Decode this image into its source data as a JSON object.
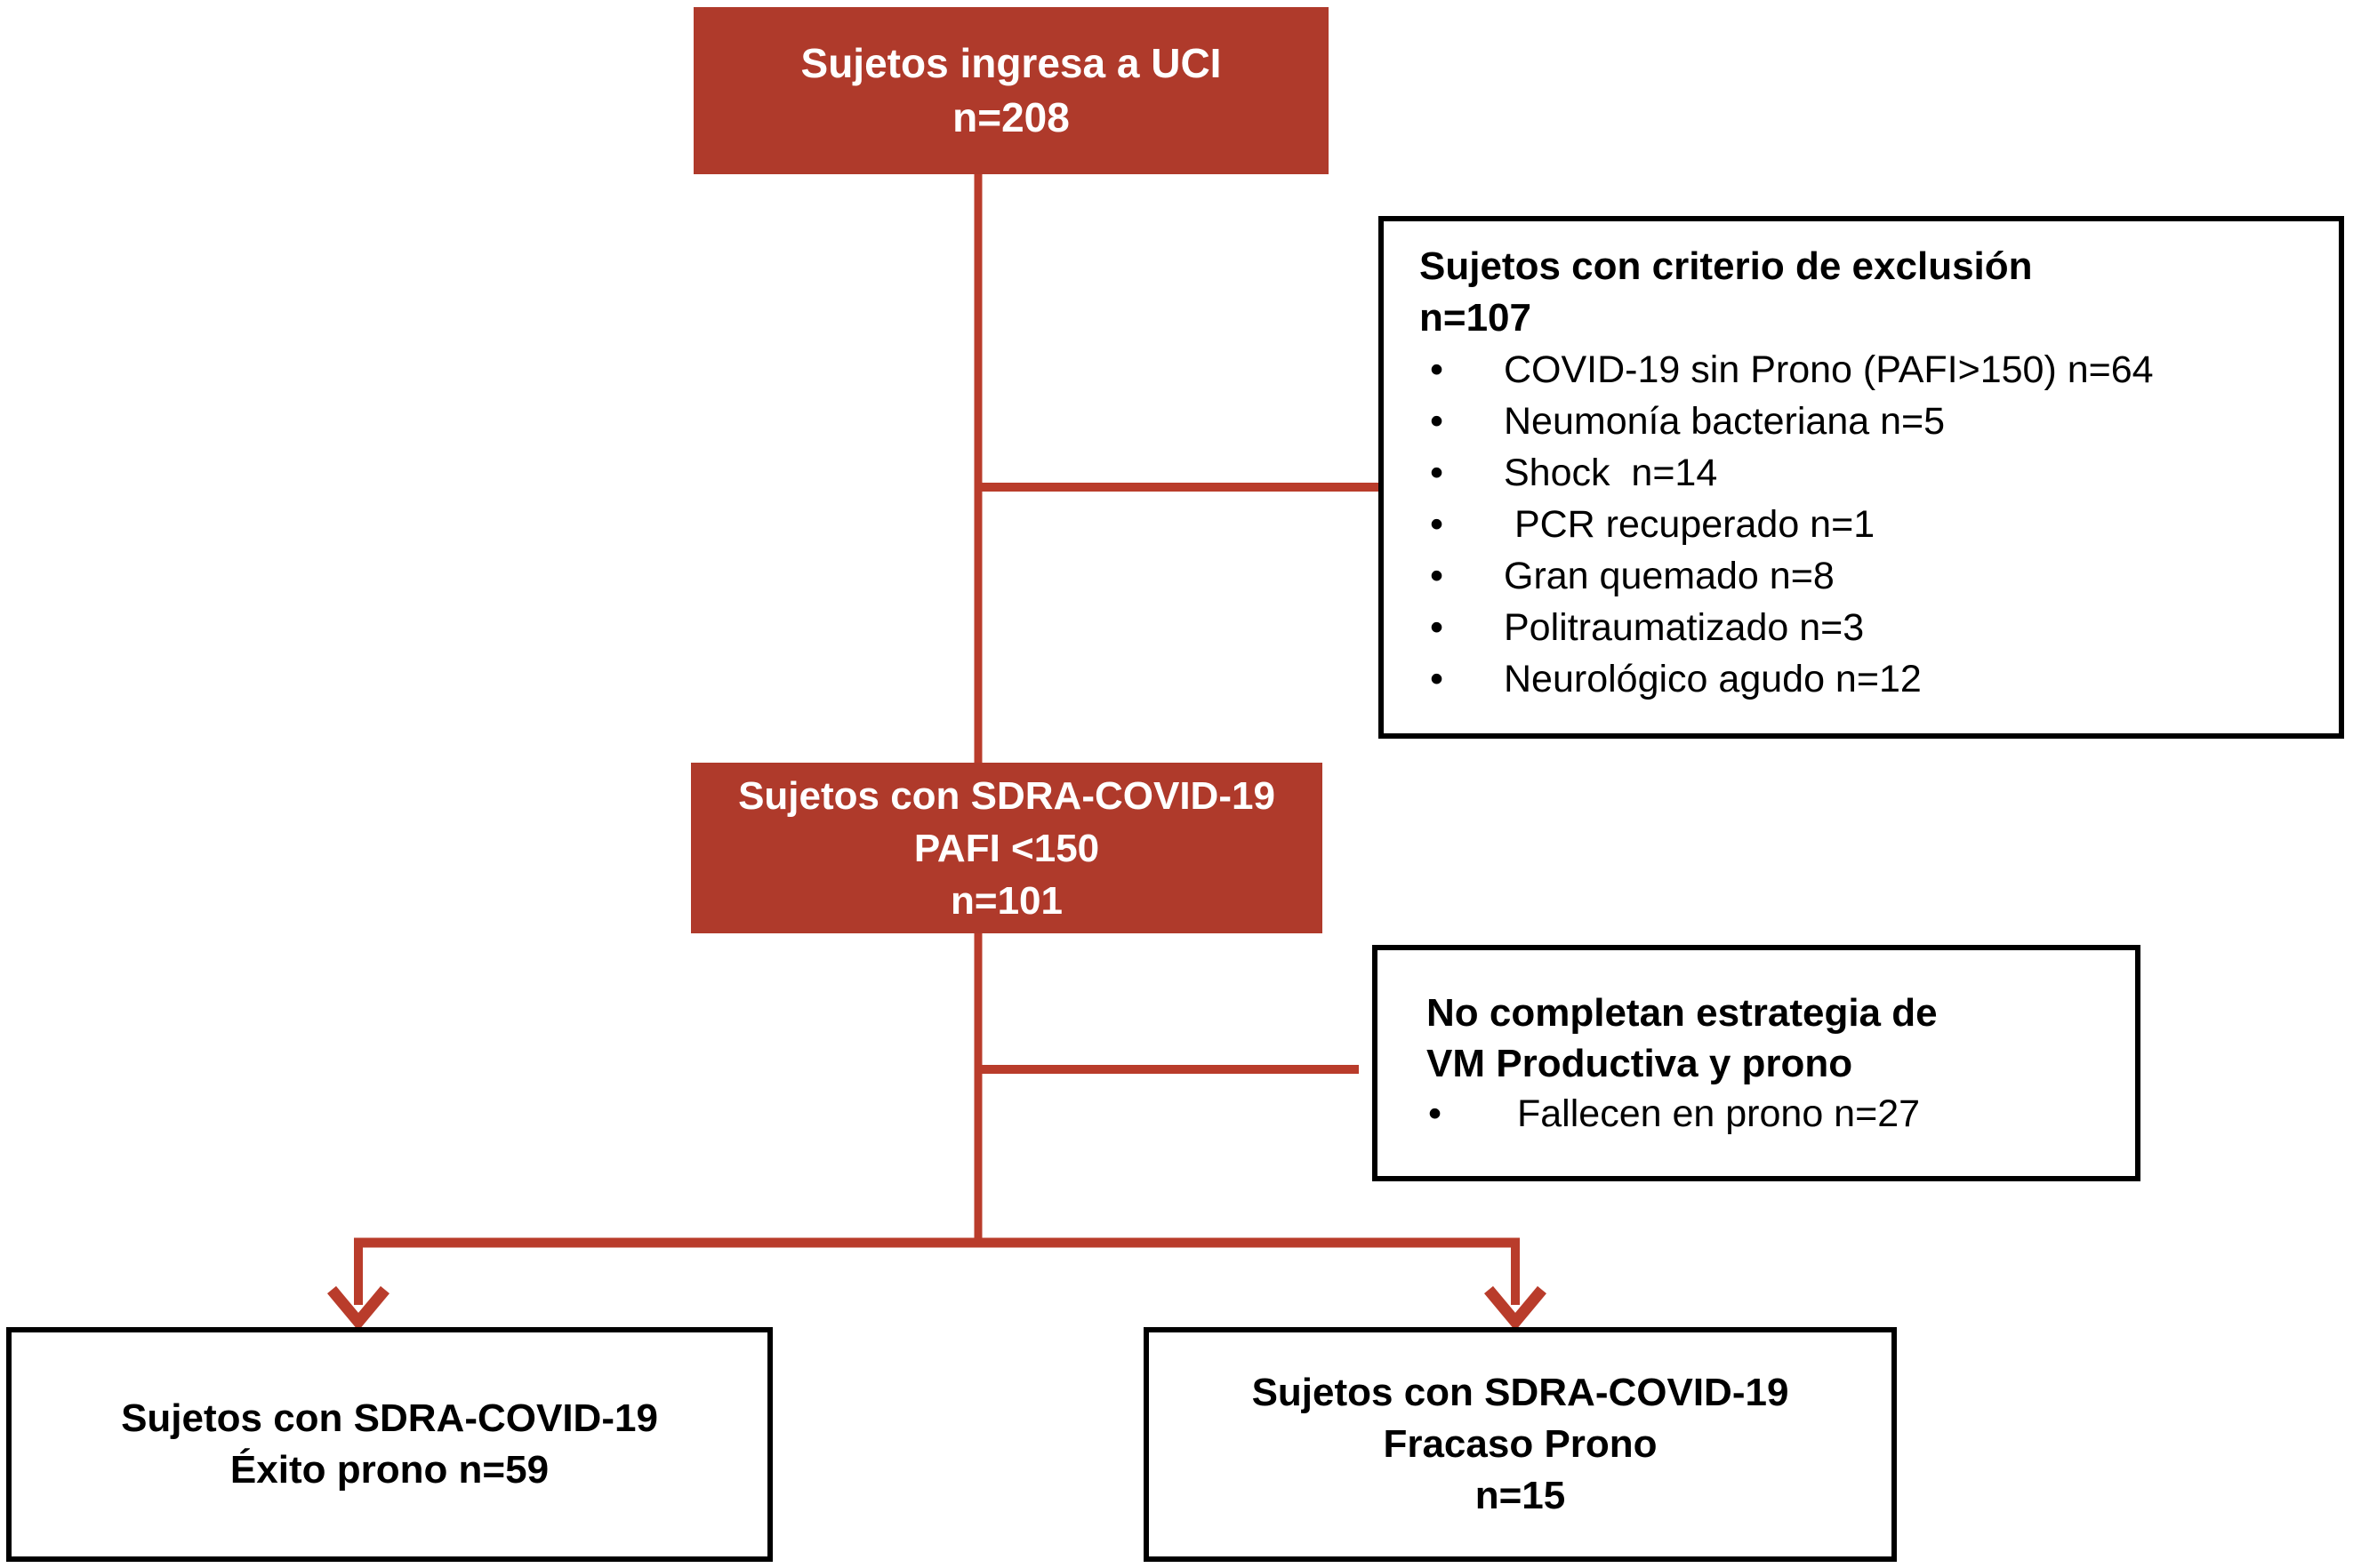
{
  "palette": {
    "box_red": "#AF3A2B",
    "line_red": "#B93C2B",
    "ink": "#000000",
    "paper": "#FFFFFF"
  },
  "diagram": {
    "bullet_glyph": "•",
    "icu_box": {
      "lines": [
        "Sujetos ingresa a UCI",
        "n=208"
      ]
    },
    "exclusion_box": {
      "title_lines": [
        "Sujetos con criterio de exclusión",
        "n=107"
      ],
      "bullets": [
        "COVID-19 sin Prono (PAFI>150) n=64",
        "Neumonía bacteriana n=5",
        "Shock  n=14",
        " PCR recuperado n=1",
        "Gran quemado n=8",
        "Politraumatizado n=3",
        "Neurológico agudo n=12"
      ]
    },
    "sdra_box": {
      "lines": [
        "Sujetos con SDRA-COVID-19",
        "PAFI <150",
        "n=101"
      ]
    },
    "incomplete_box": {
      "title_lines": [
        "No completan estrategia de",
        "VM Productiva y prono"
      ],
      "bullets": [
        "Fallecen en prono n=27"
      ]
    },
    "exito_box": {
      "lines": [
        "Sujetos con SDRA-COVID-19",
        "Éxito prono n=59"
      ]
    },
    "fracaso_box": {
      "lines": [
        "Sujetos con SDRA-COVID-19",
        "Fracaso Prono",
        "n=15"
      ]
    }
  }
}
